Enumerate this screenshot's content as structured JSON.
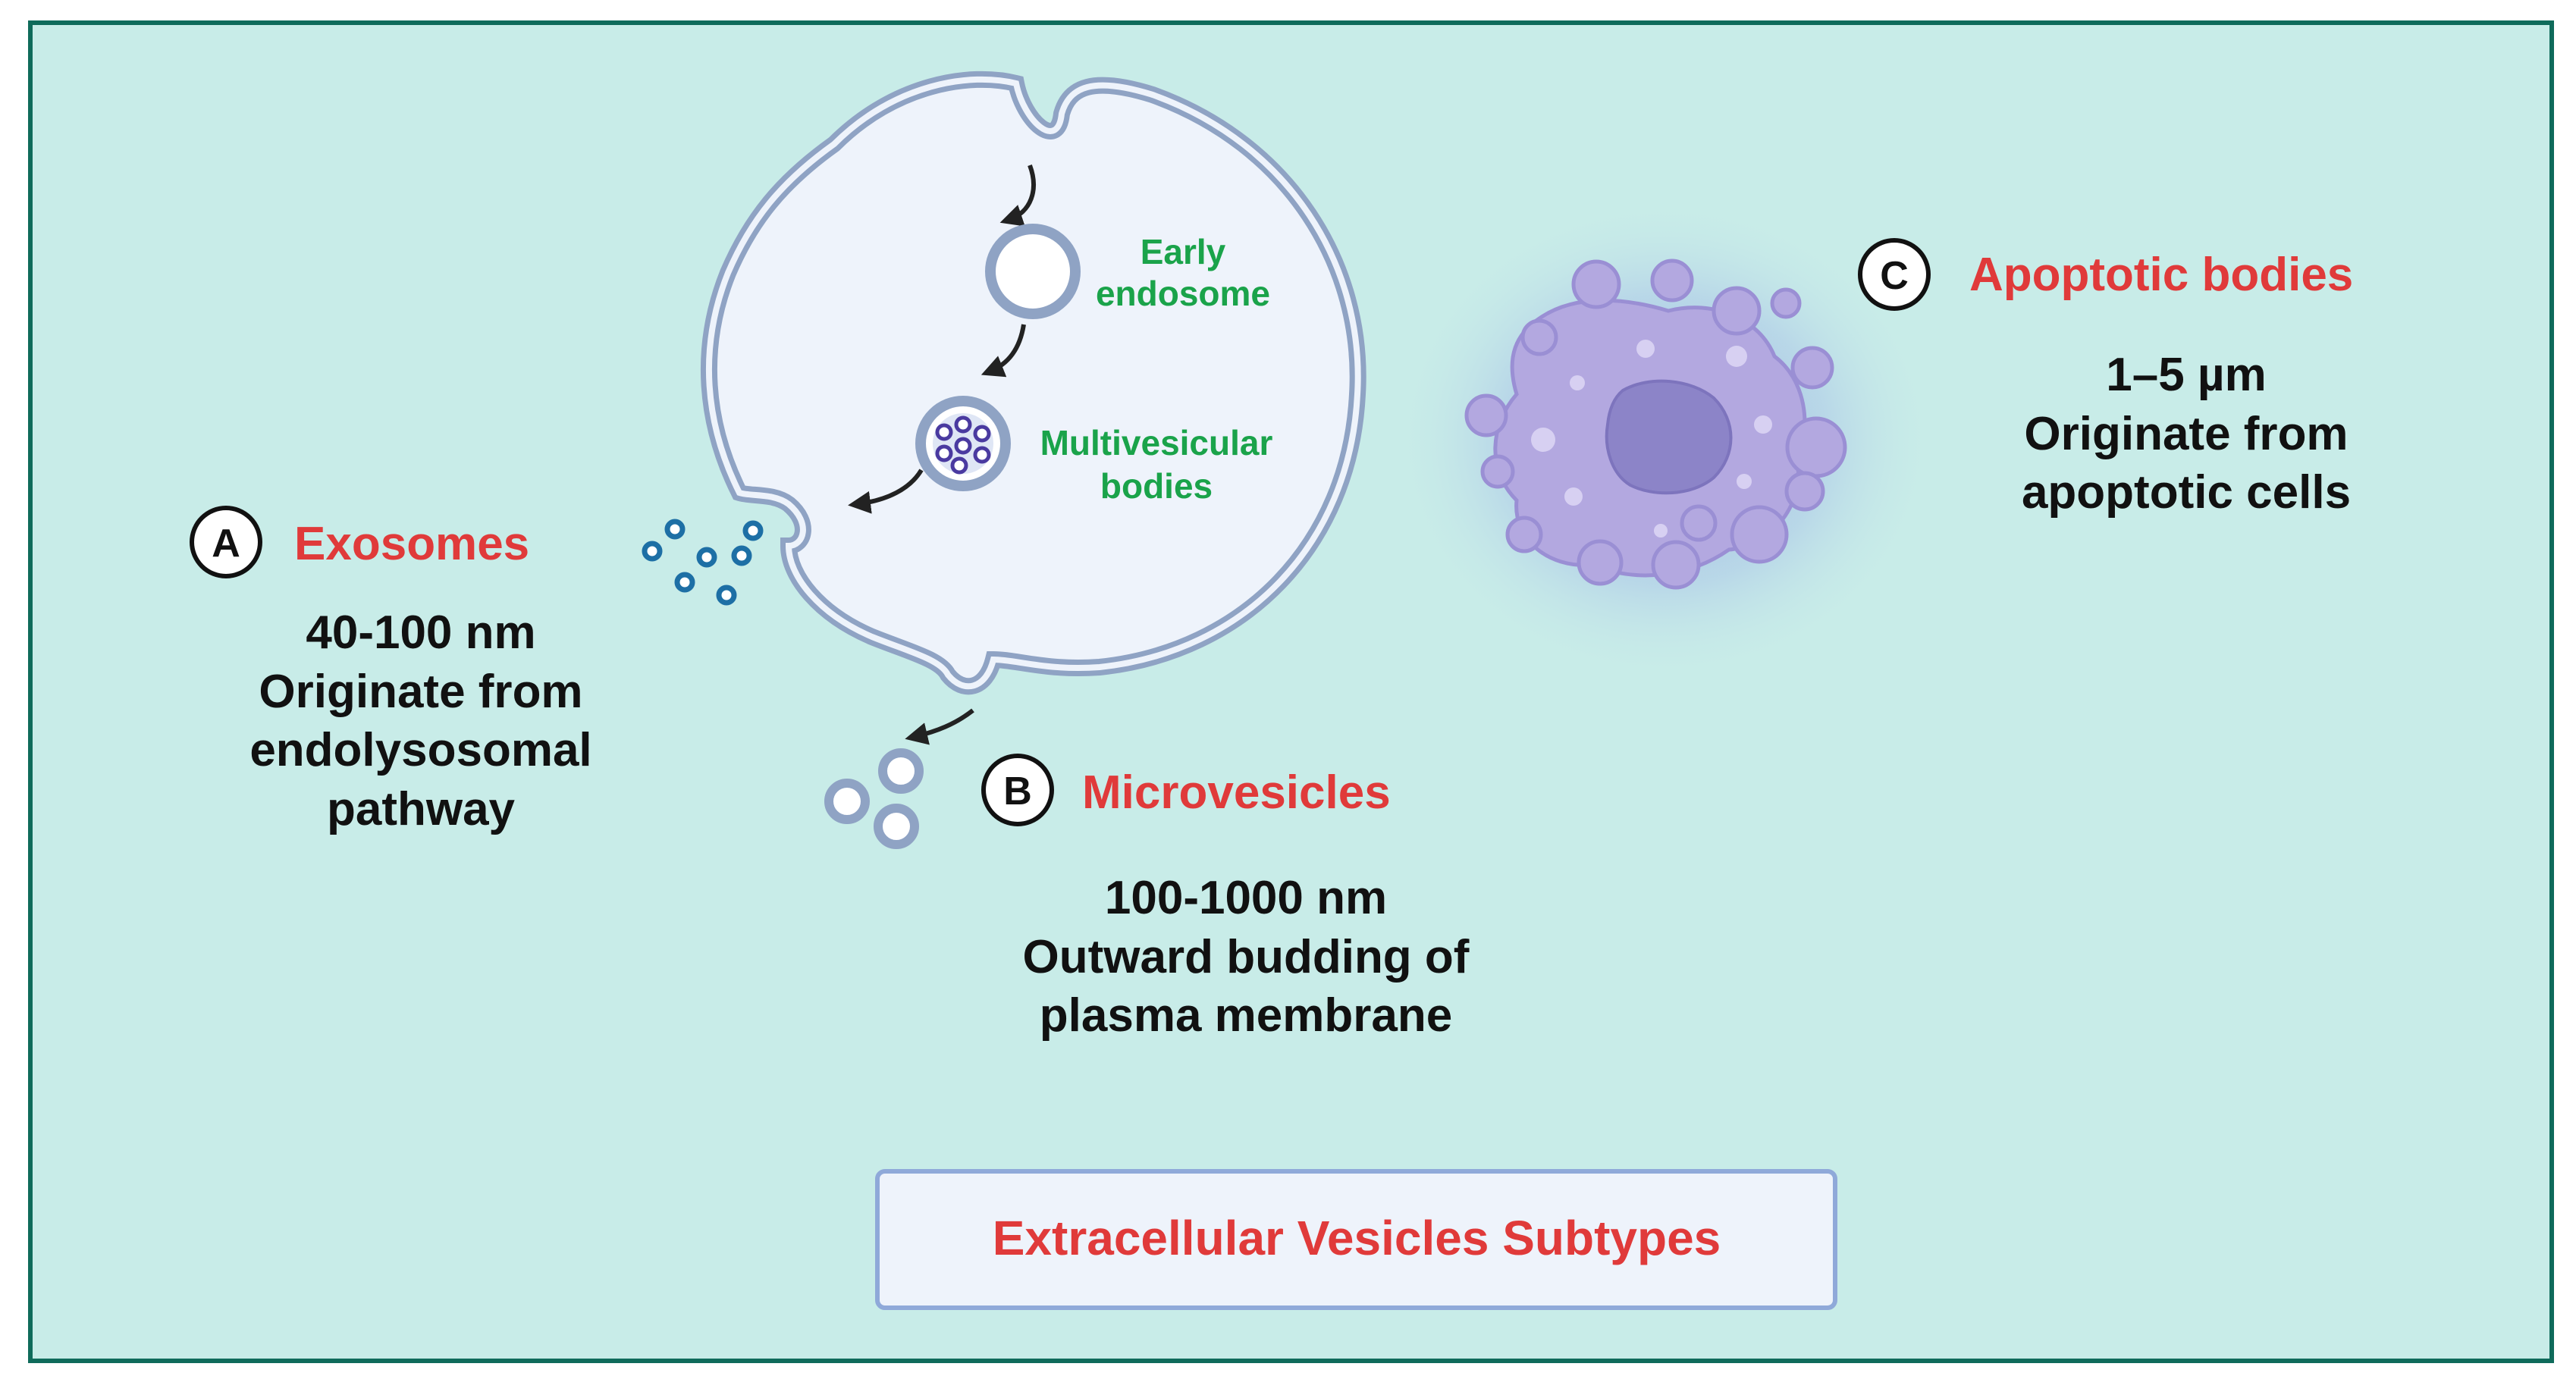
{
  "colors": {
    "background": "#c8ece8",
    "frame_border": "#0f6b5b",
    "title_red": "#e03a3a",
    "green_label": "#1aa34a",
    "black_text": "#111111",
    "cell_fill": "#eef3fb",
    "cell_border": "#8fa3c4",
    "exosome_blue": "#1d6fa5",
    "apoptotic_fill": "#b3a8e0",
    "nucleus_fill": "#8c84c8",
    "title_box_fill": "#eef3fb",
    "title_box_border": "#8fa9d9"
  },
  "cell_labels": {
    "early_endosome_line1": "Early",
    "early_endosome_line2": "endosome",
    "mvb_line1": "Multivesicular",
    "mvb_line2": "bodies"
  },
  "exosomes": {
    "badge": "A",
    "title": "Exosomes",
    "size": "40-100 nm",
    "origin_line1": "Originate from",
    "origin_line2": "endolysosomal",
    "origin_line3": "pathway"
  },
  "microvesicles": {
    "badge": "B",
    "title": "Microvesicles",
    "size": "100-1000 nm",
    "origin_line1": "Outward budding of",
    "origin_line2": "plasma membrane"
  },
  "apoptotic_bodies": {
    "badge": "C",
    "title": "Apoptotic bodies",
    "size": "1–5 µm",
    "origin_line1": "Originate from",
    "origin_line2": "apoptotic cells"
  },
  "footer": {
    "title": "Extracellular Vesicles Subtypes"
  }
}
